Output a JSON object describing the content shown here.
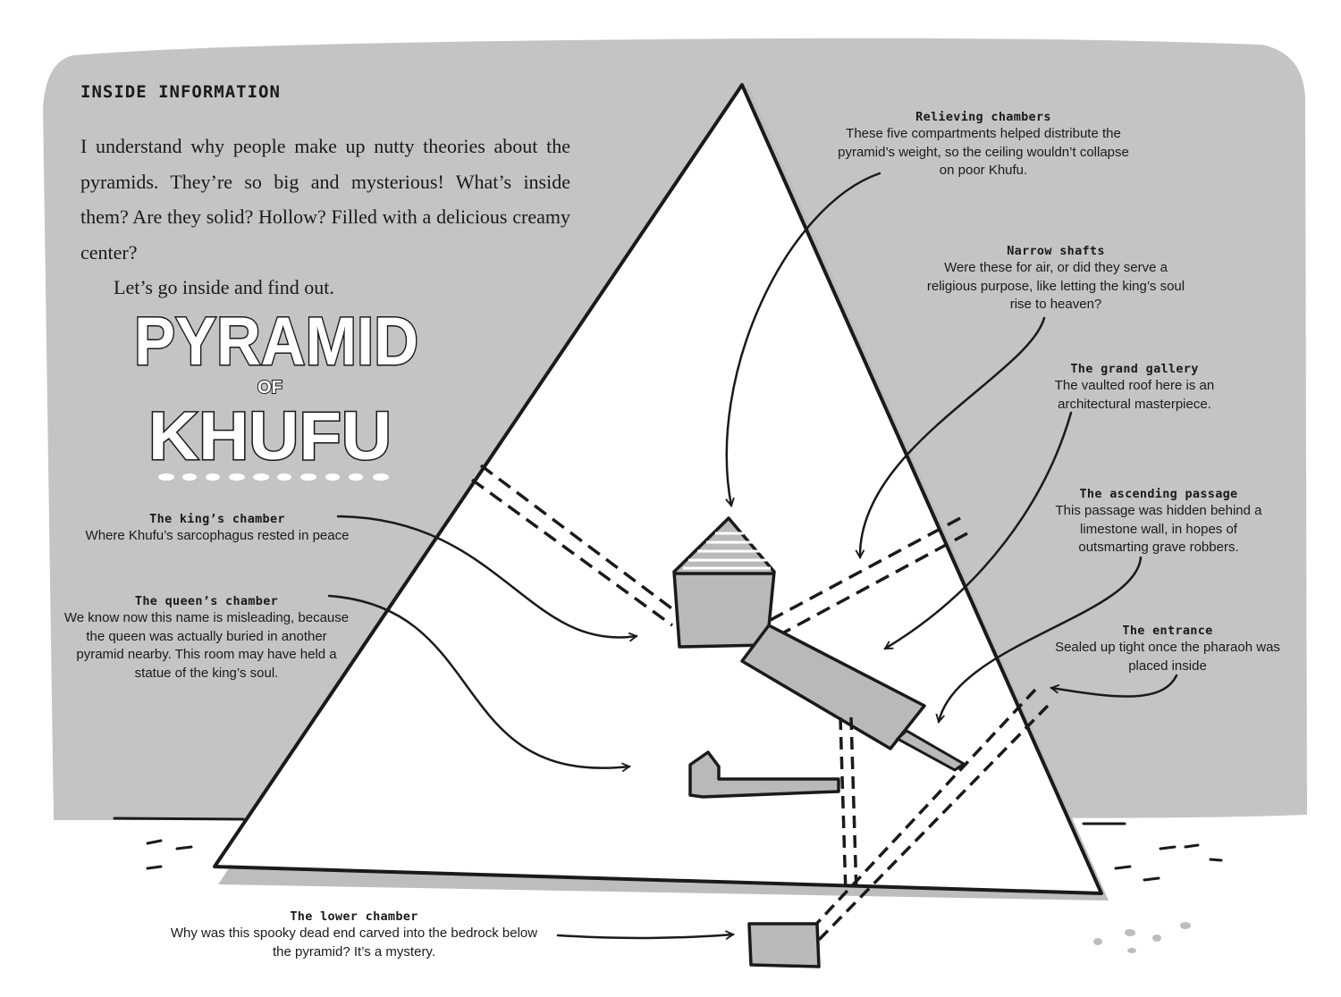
{
  "section_title": "INSIDE INFORMATION",
  "intro": {
    "paragraph_1": "I understand why people make up nutty theories about the pyramids. They’re so big and mysterious! What’s inside them? Are they solid? Hollow? Filled with a delicious creamy center?",
    "paragraph_2": "Let’s go inside and find out."
  },
  "logo": {
    "line_1": "PYRAMID",
    "line_2": "OF",
    "line_3": "KHUFU"
  },
  "callouts": {
    "relieving_chambers": {
      "title": "Relieving chambers",
      "text": "These five compartments helped distribute the pyramid’s weight, so the ceiling wouldn’t collapse on poor Khufu."
    },
    "narrow_shafts": {
      "title": "Narrow shafts",
      "text": "Were these for air, or did they serve a religious purpose, like letting the king’s soul rise to heaven?"
    },
    "grand_gallery": {
      "title": "The grand gallery",
      "text": "The vaulted roof here is an architectural masterpiece."
    },
    "ascending_passage": {
      "title": "The ascending passage",
      "text": "This passage was hidden behind a limestone wall, in hopes of outsmarting grave robbers."
    },
    "entrance": {
      "title": "The entrance",
      "text": "Sealed up tight once the pharaoh was placed inside"
    },
    "kings_chamber": {
      "title": "The king’s chamber",
      "text": "Where Khufu’s sarcophagus rested in peace"
    },
    "queens_chamber": {
      "title": "The queen’s chamber",
      "text": "We know now this name is misleading, because the queen was actually buried in another pyramid nearby. This room may have held a statue of the king’s soul."
    },
    "lower_chamber": {
      "title": "The lower chamber",
      "text": "Why was this spooky dead end carved into the bedrock below the pyramid? It’s a mystery."
    }
  },
  "colors": {
    "panel_gray": "#c4c4c4",
    "shadow_gray": "#bdbdbd",
    "chamber_gray": "#b9b9b9",
    "ink": "#1a1a1a",
    "pyramid_fill": "#ffffff"
  }
}
